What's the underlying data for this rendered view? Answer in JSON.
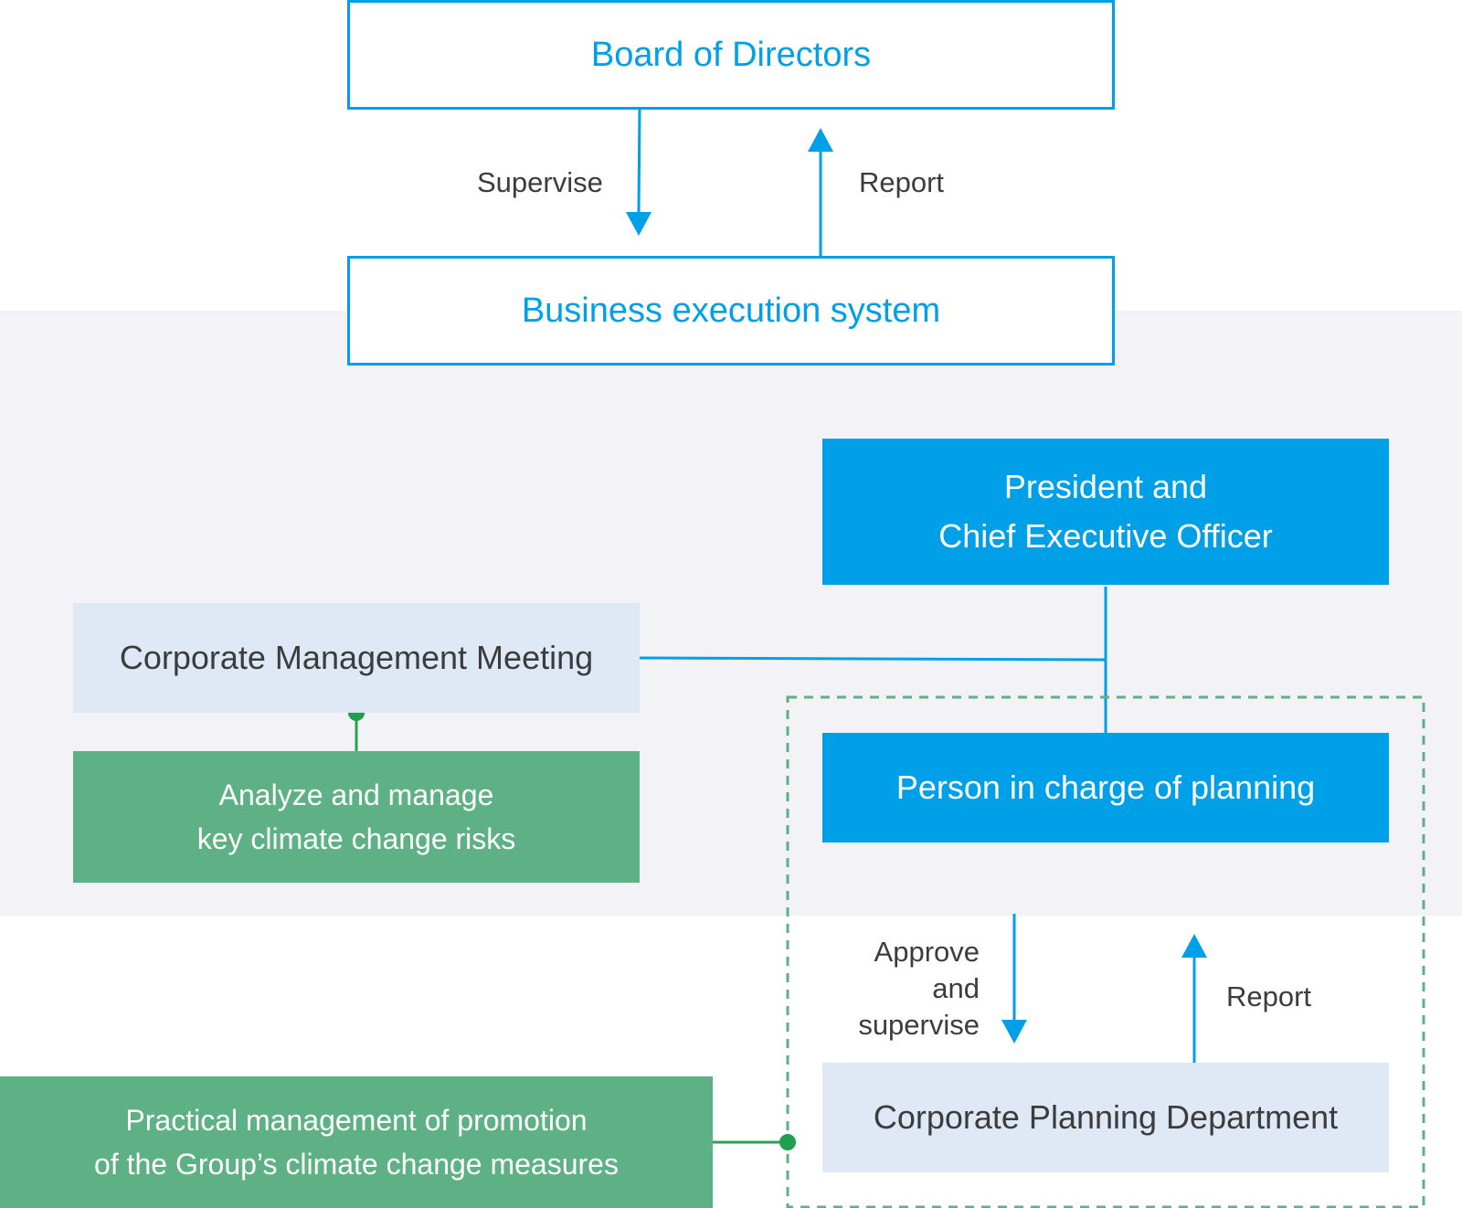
{
  "board": {
    "label": "Board of Directors"
  },
  "business_execution": {
    "label": "Business execution system"
  },
  "president": {
    "line1": "President and",
    "line2": "Chief Executive Officer"
  },
  "corporate_meeting": {
    "label": "Corporate Management Meeting"
  },
  "analyze_risks": {
    "line1": "Analyze and manage",
    "line2": "key climate change risks"
  },
  "person_planning": {
    "label": "Person in charge of planning"
  },
  "planning_dept": {
    "label": "Corporate Planning Department"
  },
  "practical_mgmt": {
    "line1": "Practical management of promotion",
    "line2": "of the Group’s climate change measures"
  },
  "arrows": {
    "supervise": "Supervise",
    "report_top": "Report",
    "approve_line1": "Approve",
    "approve_line2": "and",
    "approve_line3": "supervise",
    "report_bottom": "Report"
  },
  "colors": {
    "accent_blue": "#00a0e9",
    "light_blue": "#dfe9f5",
    "green": "#5db184",
    "band": "#f2f2f7"
  }
}
